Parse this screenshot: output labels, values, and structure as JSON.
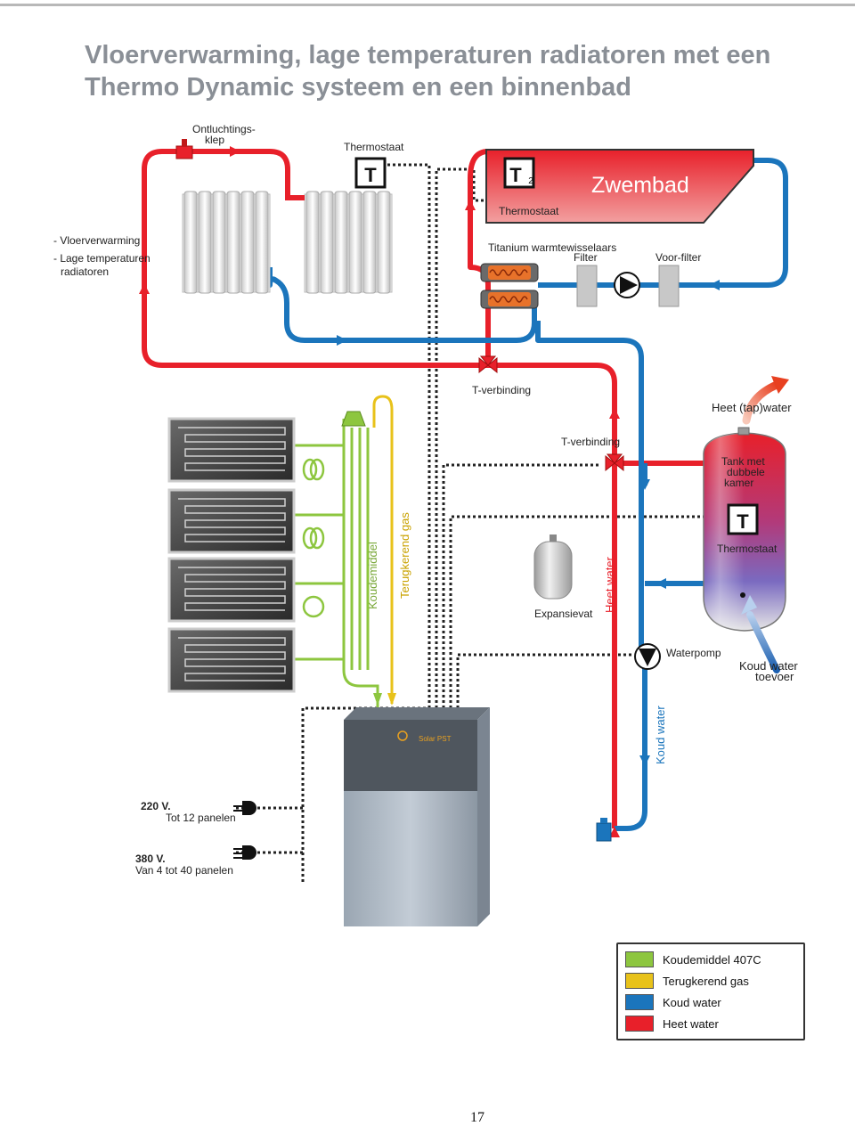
{
  "title": {
    "line1": "Vloerverwarming, lage temperaturen radiatoren met een",
    "line2": "Thermo Dynamic systeem en een binnenbad"
  },
  "labels": {
    "ontluchtingsklep_1": "Ontluchtings-",
    "ontluchtingsklep_2": "klep",
    "thermostaat_top": "Thermostaat",
    "thermostaat_pool": "Thermostaat",
    "zwembad": "Zwembad",
    "vloerverwarming": "- Vloerverwarming",
    "lage_temp_1": "- Lage temperaturen",
    "lage_temp_2": "radiatoren",
    "titanium": "Titanium warmtewisselaars",
    "filter": "Filter",
    "voorfilter": "Voor-filter",
    "t_verbinding_1": "T-verbinding",
    "t_verbinding_2": "T-verbinding",
    "heet_tapwater": "Heet (tap)water",
    "tank_1": "Tank met",
    "tank_2": "dubbele",
    "tank_3": "kamer",
    "thermostaat_tank": "Thermostaat",
    "koudemiddel": "Koudemiddel",
    "terugkerend_gas": "Terugkerend gas",
    "expansievat": "Expansievat",
    "heet_water": "Heet water",
    "waterpomp": "Waterpomp",
    "koud_water_toevoer_1": "Koud water",
    "koud_water_toevoer_2": "toevoer",
    "koud_water": "Koud water",
    "v220": "220 V.",
    "tot12": "Tot 12 panelen",
    "v380": "380 V.",
    "van4tot40": "Van 4 tot 40 panelen",
    "brand": "Solar PST",
    "t_symbol": "T",
    "t2_sub": "2"
  },
  "legend": [
    {
      "label": "Koudemiddel 407C",
      "color": "#8dc63f"
    },
    {
      "label": "Terugkerend gas",
      "color": "#e8c21a"
    },
    {
      "label": "Koud water",
      "color": "#1b75bc"
    },
    {
      "label": "Heet water",
      "color": "#e8202a"
    }
  ],
  "colors": {
    "hot": "#e8202a",
    "cold": "#1b75bc",
    "refrigerant": "#8dc63f",
    "return_gas": "#e8c21a",
    "title": "#8a8f96"
  },
  "page_number": "17"
}
